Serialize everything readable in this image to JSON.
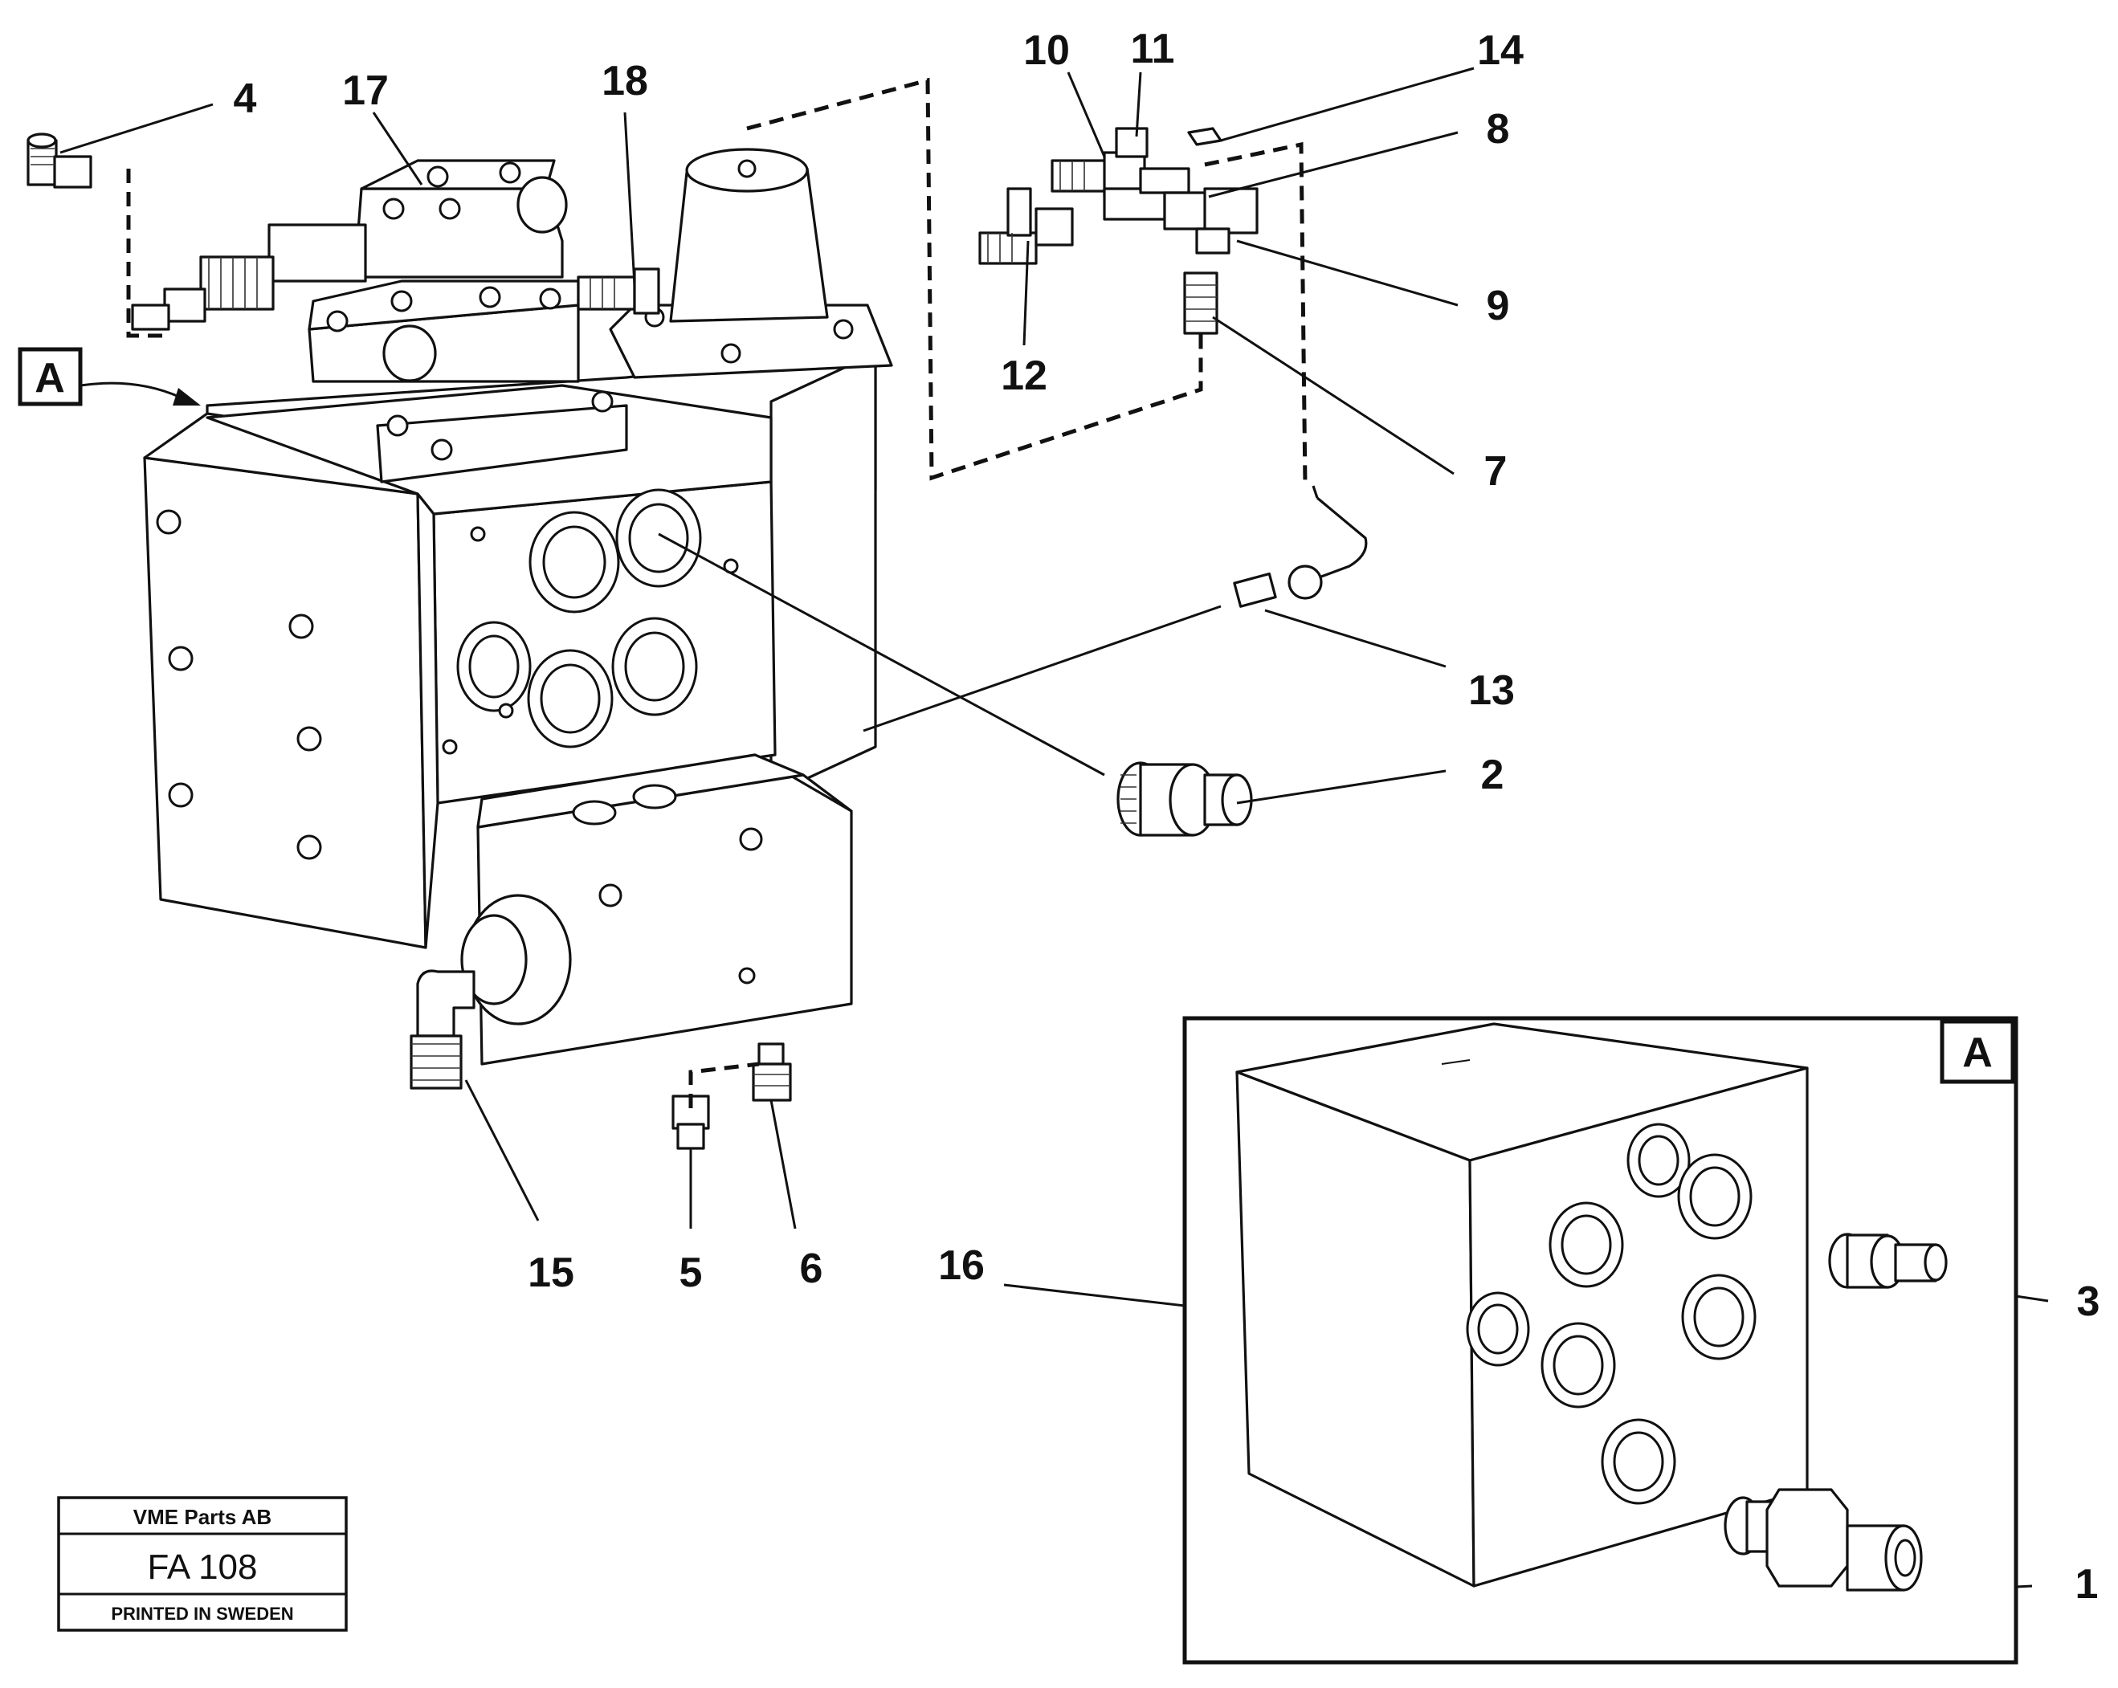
{
  "callouts": [
    "1",
    "2",
    "3",
    "4",
    "5",
    "6",
    "7",
    "8",
    "9",
    "10",
    "11",
    "12",
    "13",
    "14",
    "15",
    "16",
    "17",
    "18"
  ],
  "view_marker": "A",
  "detail_marker": "A",
  "title_block": {
    "company": "VME Parts AB",
    "code": "FA 108",
    "footer": "PRINTED IN SWEDEN"
  }
}
